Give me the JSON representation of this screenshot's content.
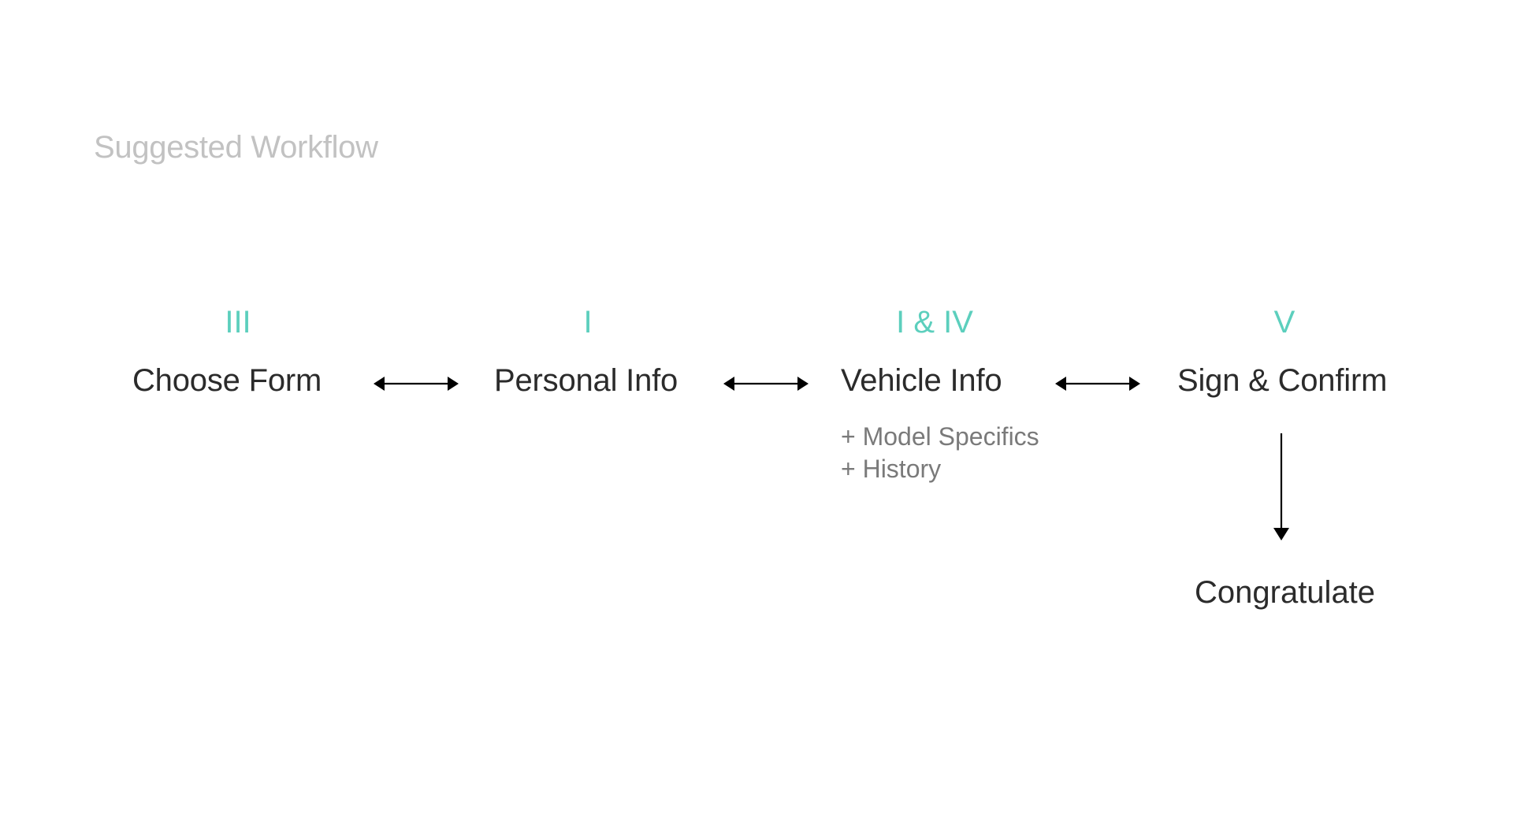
{
  "title": "Suggested Workflow",
  "steps": [
    {
      "label": "Choose Form",
      "roman": "III"
    },
    {
      "label": "Personal Info",
      "roman": "I"
    },
    {
      "label": "Vehicle Info",
      "roman": "I & IV",
      "sub_items": [
        "+ Model Specifics",
        "+ History"
      ]
    },
    {
      "label": "Sign & Confirm",
      "roman": "V"
    }
  ],
  "final_step": {
    "label": "Congratulate"
  },
  "colors": {
    "roman": "#5ccfbd",
    "label": "#2b2b2b",
    "title": "#c2c2c2",
    "sub_item": "#7a7a7a",
    "arrow": "#000000"
  }
}
